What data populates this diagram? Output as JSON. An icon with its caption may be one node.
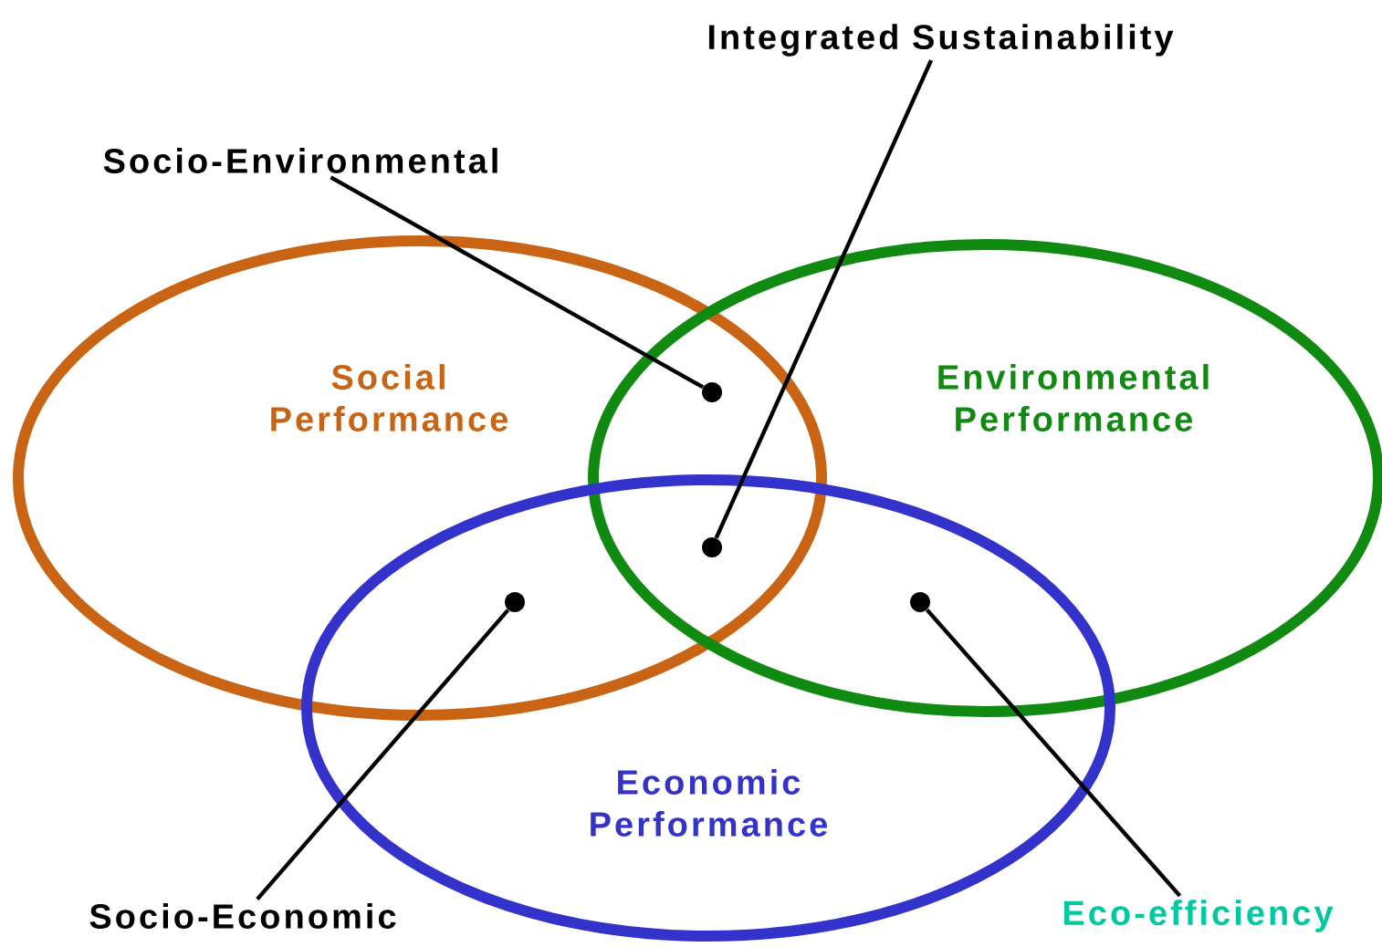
{
  "diagram": {
    "nodes": [
      {
        "text": [
          "Social Performance"
        ]
      },
      {
        "text": [
          "Environmental Performance"
        ]
      },
      {
        "text": [
          "Economic Performance"
        ]
      },
      {
        "text": [
          "Integrated Sustainability"
        ]
      },
      {
        "text": [
          "Socio-Environmental"
        ]
      },
      {
        "text": [
          "Socio-Economic"
        ]
      },
      {
        "text": [
          "Eco-efficiency"
        ]
      },
      {
        "text": [],
        "shape": "circle"
      },
      {
        "text": [],
        "shape": "circle"
      },
      {
        "text": [],
        "shape": "circle"
      },
      {
        "text": [],
        "shape": "circle"
      }
    ],
    "edges": [
      {
        "from": 4,
        "to": 7,
        "arrow": "none"
      },
      {
        "from": 3,
        "to": 8,
        "arrow": "none"
      },
      {
        "from": 5,
        "to": 9,
        "arrow": "none"
      },
      {
        "from": 6,
        "to": 10,
        "arrow": "none"
      }
    ]
  }
}
